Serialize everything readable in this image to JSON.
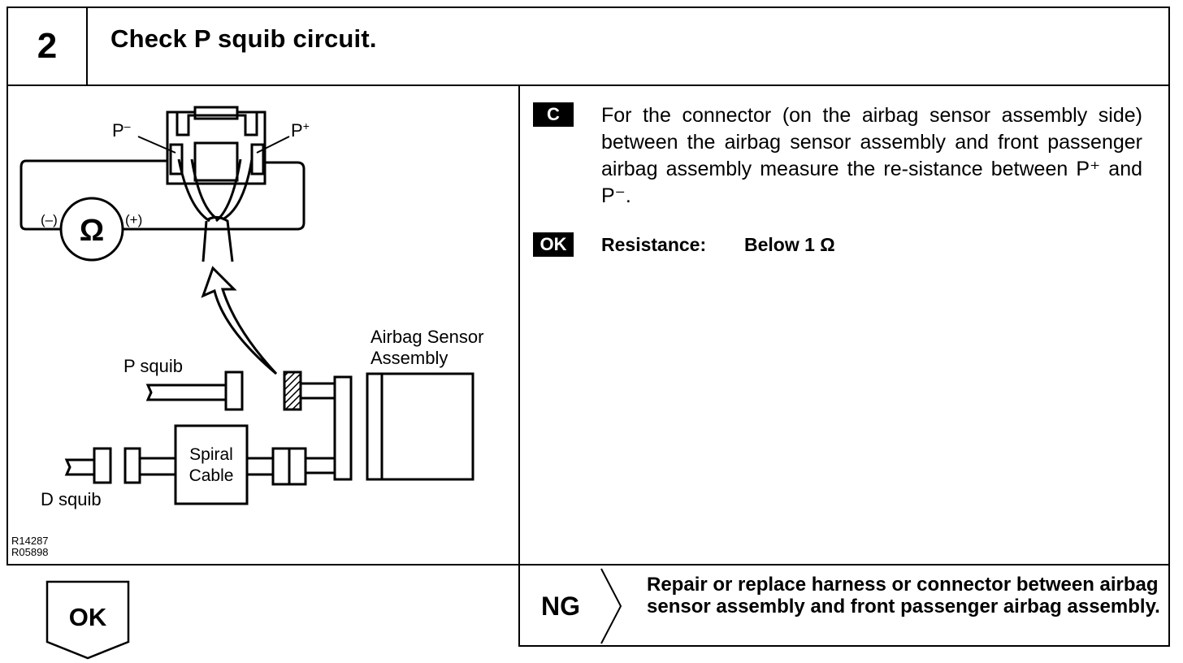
{
  "step": {
    "number": "2",
    "title": "Check P squib circuit."
  },
  "diagram": {
    "label_p_minus": "P",
    "label_p_plus": "P",
    "label_meter_minus": "(–)",
    "label_meter_plus": "(+)",
    "meter_symbol": "Ω",
    "label_sensor_line1": "Airbag Sensor",
    "label_sensor_line2": "Assembly",
    "label_p_squib": "P squib",
    "label_d_squib": "D squib",
    "label_spiral_line1": "Spiral",
    "label_spiral_line2": "Cable",
    "code_1": "R14287",
    "code_2": "R05898"
  },
  "check": {
    "badge_c": "C",
    "instruction": "For the connector (on the airbag sensor assembly side) between the airbag sensor assembly and front passenger airbag assembly measure the re-sistance between P⁺ and P⁻.",
    "badge_ok": "OK",
    "resistance_label": "Resistance:",
    "resistance_value": "Below 1 Ω"
  },
  "result": {
    "ng_label": "NG",
    "ng_text": "Repair or replace harness or connector between airbag sensor assembly and front passenger airbag assembly.",
    "ok_label": "OK"
  }
}
